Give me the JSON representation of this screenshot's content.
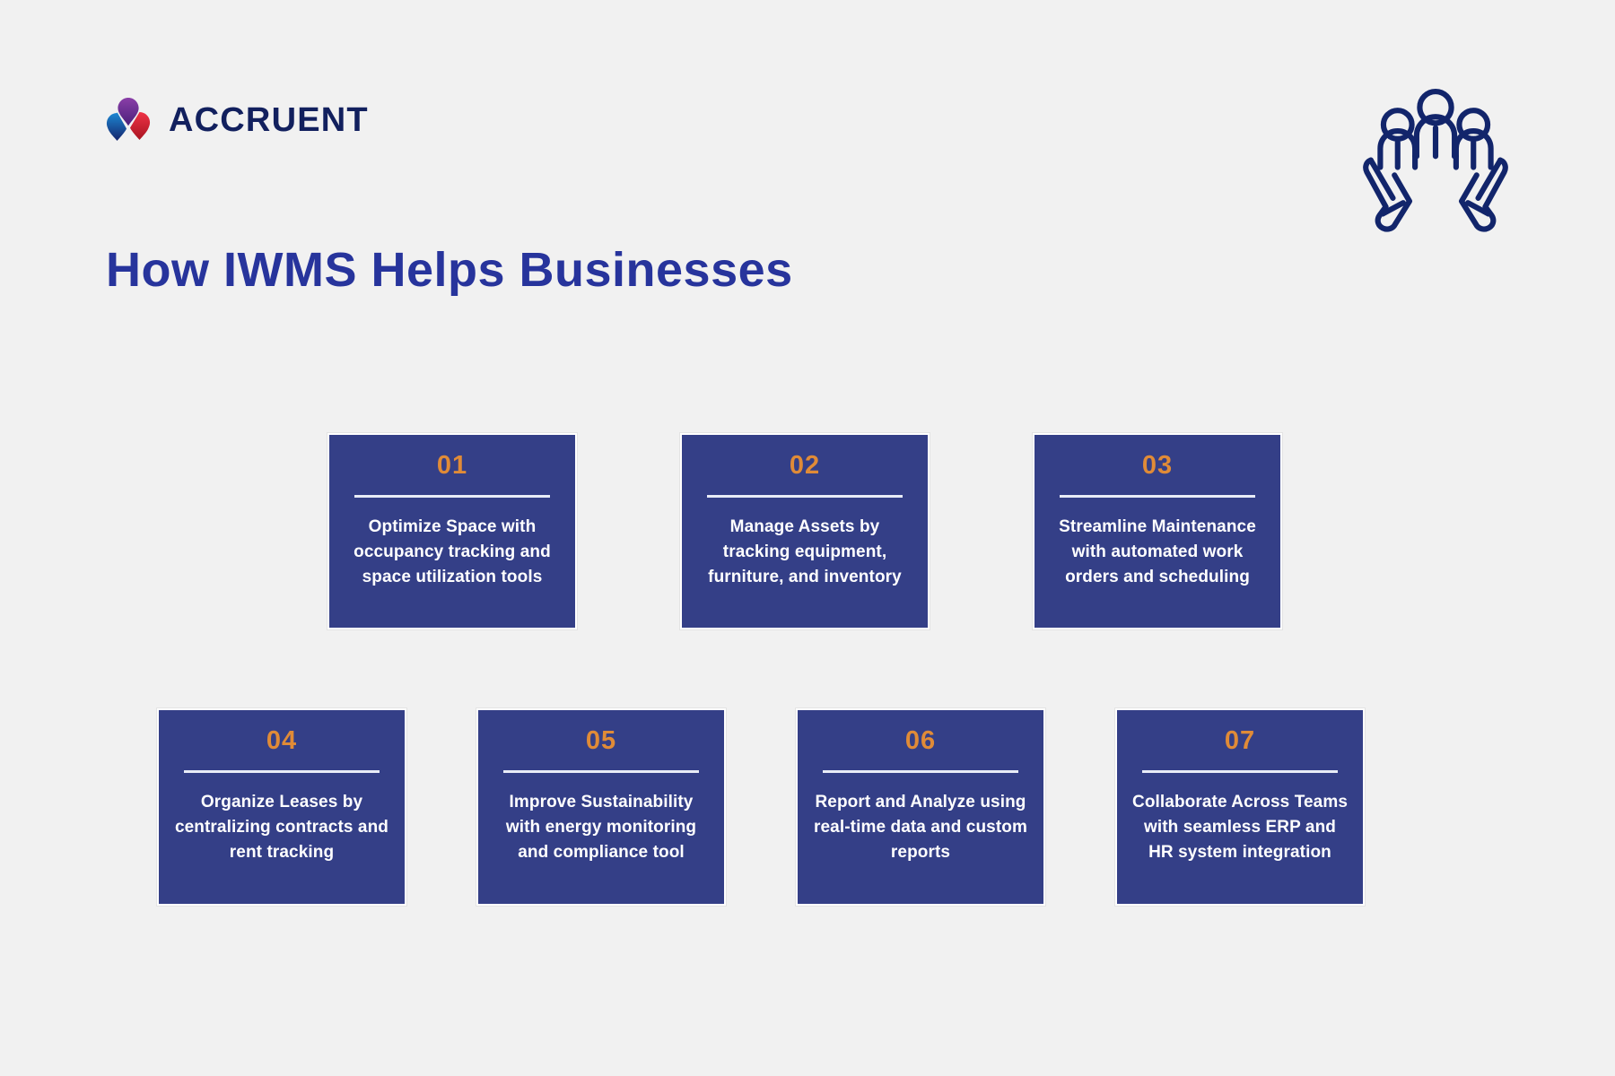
{
  "brand": {
    "name": "ACCRUENT",
    "logo_icon": "accruent-logo-icon",
    "logo_colors": {
      "purple": "#6b2d8f",
      "blue": "#1879c4",
      "navy": "#15246b",
      "red": "#e8283c",
      "dark_red": "#ab1522"
    },
    "wordmark_color": "#12205e"
  },
  "hero": {
    "icon": "people-in-hands-icon",
    "icon_color": "#12256b"
  },
  "header": {
    "title": "How IWMS Helps Businesses",
    "title_color": "#27349c"
  },
  "theme": {
    "background": "#f1f1f1",
    "card_background": "#343f87",
    "card_number_color": "#e08b37",
    "card_text_color": "#ffffff",
    "card_divider_color": "#e8ecf7",
    "card_border_color": "#ffffff"
  },
  "cards": [
    {
      "number": "01",
      "text": "Optimize Space with occupancy tracking and space utilization tools"
    },
    {
      "number": "02",
      "text": "Manage Assets by tracking equipment, furniture, and inventory"
    },
    {
      "number": "03",
      "text": "Streamline Maintenance with automated work orders and scheduling"
    },
    {
      "number": "04",
      "text": "Organize Leases by centralizing contracts and rent tracking"
    },
    {
      "number": "05",
      "text": "Improve Sustainability with energy monitoring and compliance tool"
    },
    {
      "number": "06",
      "text": "Report and Analyze using real-time data and custom reports"
    },
    {
      "number": "07",
      "text": "Collaborate Across Teams with seamless ERP and HR system integration"
    }
  ]
}
